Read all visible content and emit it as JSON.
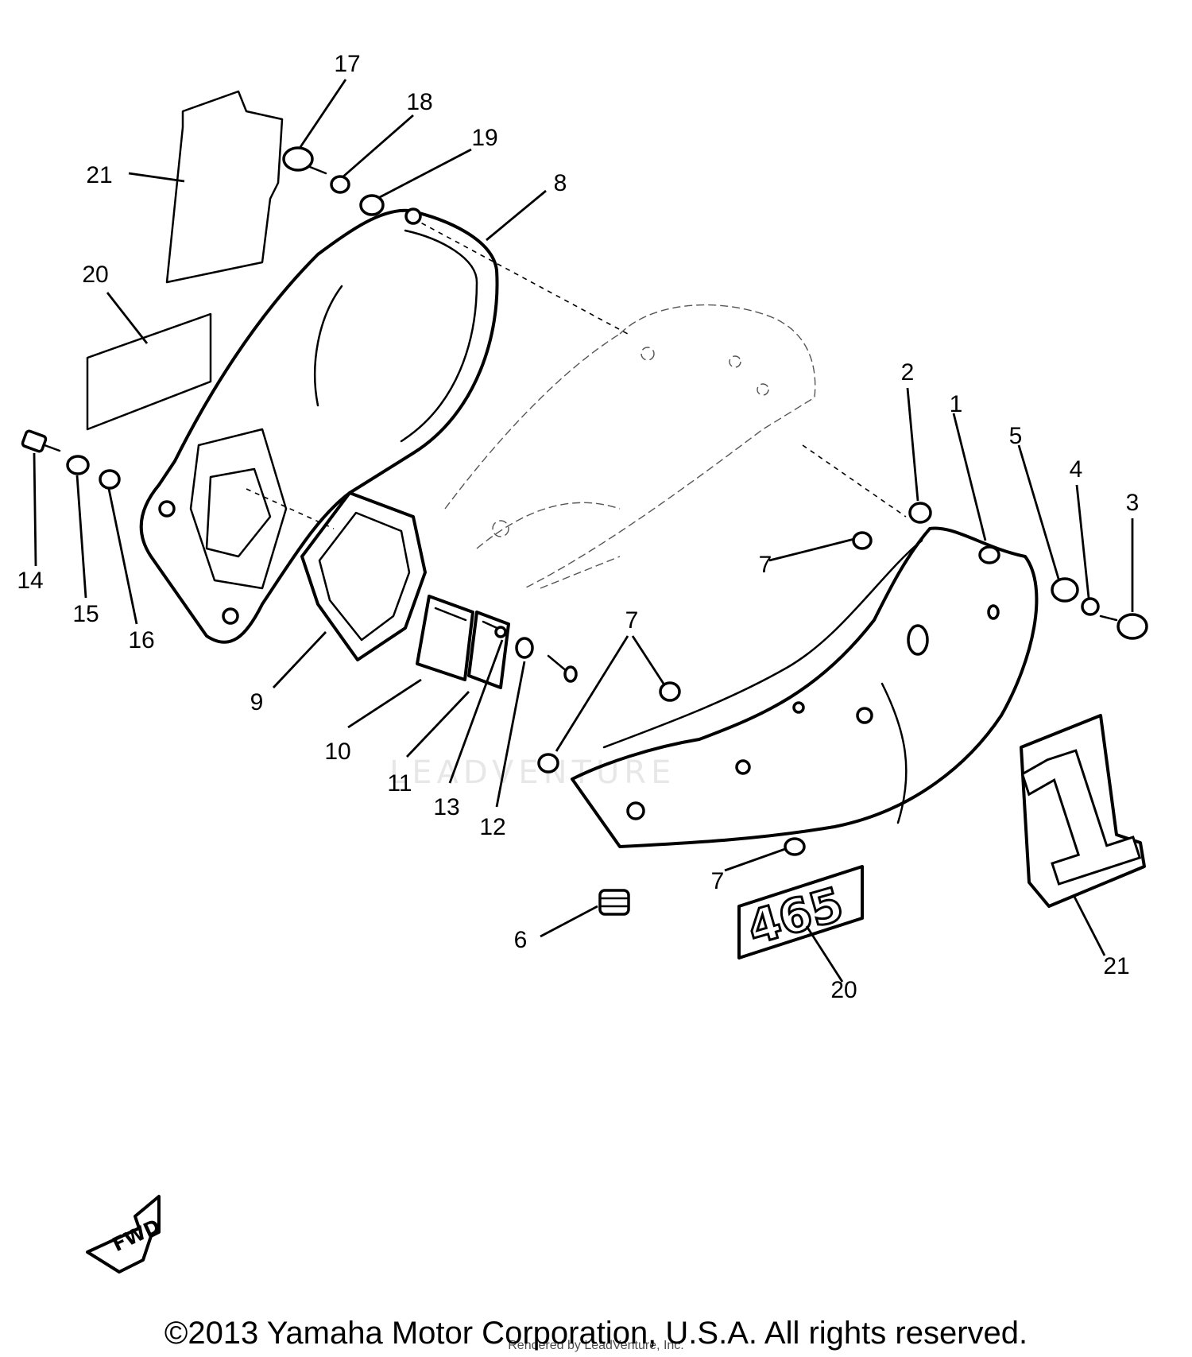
{
  "callouts": [
    {
      "id": "c17",
      "label": "17"
    },
    {
      "id": "c18",
      "label": "18"
    },
    {
      "id": "c19",
      "label": "19"
    },
    {
      "id": "c21a",
      "label": "21"
    },
    {
      "id": "c8",
      "label": "8"
    },
    {
      "id": "c20a",
      "label": "20"
    },
    {
      "id": "c2",
      "label": "2"
    },
    {
      "id": "c1",
      "label": "1"
    },
    {
      "id": "c5",
      "label": "5"
    },
    {
      "id": "c4",
      "label": "4"
    },
    {
      "id": "c3",
      "label": "3"
    },
    {
      "id": "c14",
      "label": "14"
    },
    {
      "id": "c15",
      "label": "15"
    },
    {
      "id": "c16",
      "label": "16"
    },
    {
      "id": "c7a",
      "label": "7"
    },
    {
      "id": "c7b",
      "label": "7"
    },
    {
      "id": "c9",
      "label": "9"
    },
    {
      "id": "c10",
      "label": "10"
    },
    {
      "id": "c11",
      "label": "11"
    },
    {
      "id": "c13",
      "label": "13"
    },
    {
      "id": "c12",
      "label": "12"
    },
    {
      "id": "c7c",
      "label": "7"
    },
    {
      "id": "c6",
      "label": "6"
    },
    {
      "id": "c20b",
      "label": "20"
    },
    {
      "id": "c21b",
      "label": "21"
    }
  ],
  "decals": {
    "number_plate_digit": "1",
    "displacement_decal": "465"
  },
  "fwd_arrow_label": "FWD",
  "watermark_text": "LEADVENTURE",
  "copyright": "©2013 Yamaha Motor Corporation, U.S.A. All rights reserved.",
  "credit": "Rendered by LeadVenture, Inc."
}
